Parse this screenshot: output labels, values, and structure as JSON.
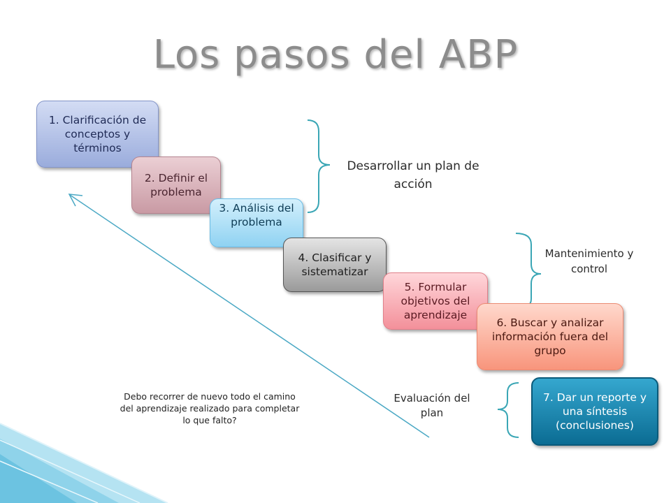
{
  "slide": {
    "title": "Los pasos del ABP",
    "steps": [
      {
        "id": "step-1",
        "label": "1. Clarificación de conceptos y términos"
      },
      {
        "id": "step-2",
        "label": "2. Definir el problema"
      },
      {
        "id": "step-3",
        "label": "3. Análisis del problema"
      },
      {
        "id": "step-4",
        "label": "4. Clasificar y sistematizar"
      },
      {
        "id": "step-5",
        "label": "5. Formular objetivos del aprendizaje"
      },
      {
        "id": "step-6",
        "label": "6. Buscar y analizar información fuera del grupo"
      },
      {
        "id": "step-7",
        "label": "7. Dar un reporte y una síntesis (conclusiones)"
      }
    ],
    "groups": {
      "plan": "Desarrollar un plan de acción",
      "maintenance": "Mantenimiento y control",
      "evaluation": "Evaluación del plan"
    },
    "note": "Debo recorrer de nuevo todo el camino del aprendizaje realizado para completar lo que falto?"
  },
  "colors": {
    "title": "#8c8c8c",
    "bracket": "#3aa6b5",
    "arrow": "#4aa8c4",
    "corner_decor": "#7ecde6"
  }
}
